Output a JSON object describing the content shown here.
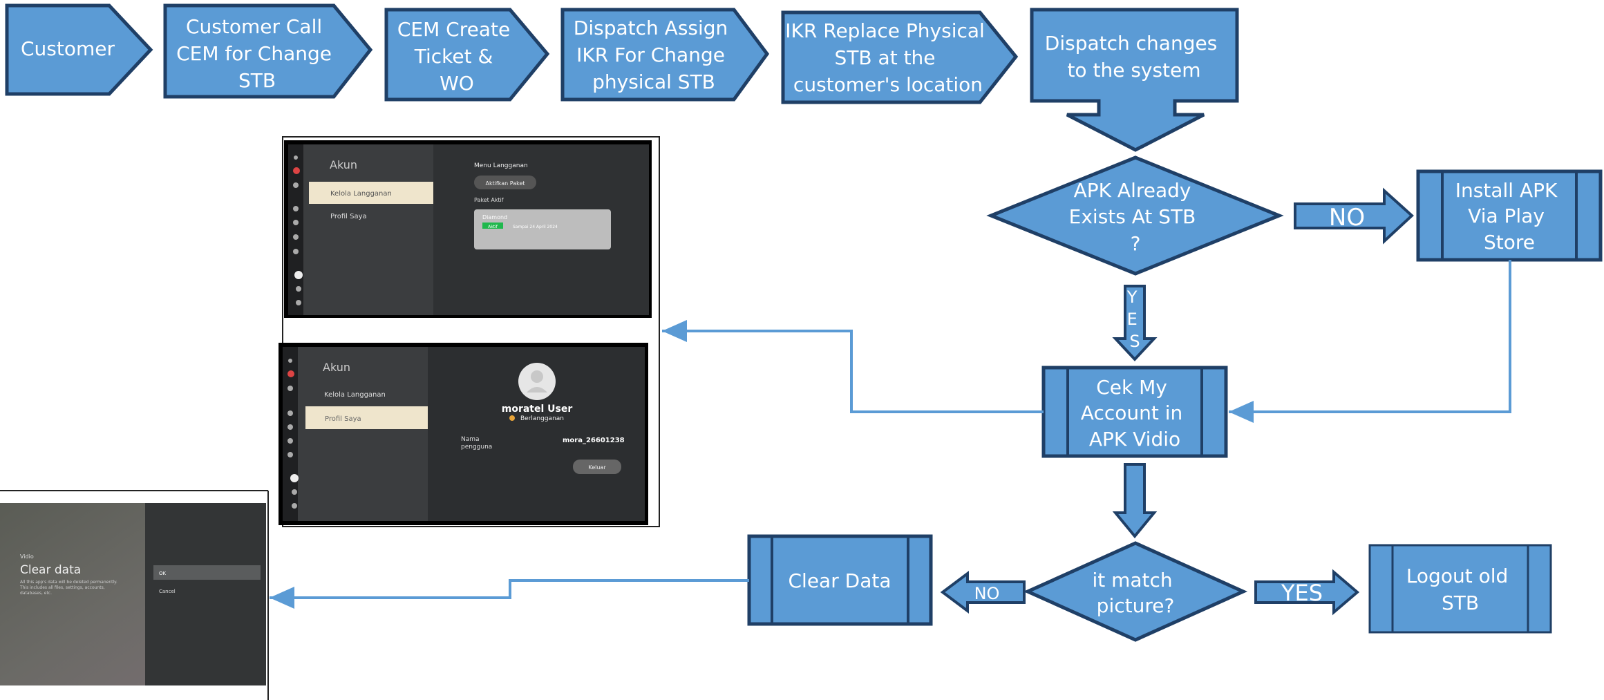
{
  "colors": {
    "fill": "#5b9bd5",
    "stroke": "#1f3f66",
    "connector": "#5b9bd5",
    "screen_dark": "#2d2f30",
    "screen_panel": "#3a3c3e",
    "highlight": "#efe5cc"
  },
  "process_steps": [
    {
      "lines": [
        "Customer"
      ]
    },
    {
      "lines": [
        "Customer Call",
        "CEM for Change",
        "STB"
      ]
    },
    {
      "lines": [
        "CEM Create",
        "Ticket &",
        "WO"
      ]
    },
    {
      "lines": [
        "Dispatch Assign",
        "IKR For Change",
        "physical STB"
      ]
    },
    {
      "lines": [
        "IKR Replace Physical",
        "STB at the",
        "customer's location"
      ]
    }
  ],
  "dispatch_box": {
    "lines": [
      "Dispatch changes",
      "to the system"
    ]
  },
  "decision_apk": {
    "lines": [
      "APK Already",
      "Exists At STB",
      "?"
    ]
  },
  "label_no_install": "NO",
  "install_apk": {
    "lines": [
      "Install APK",
      "Via Play",
      "Store"
    ]
  },
  "label_yes_vertical": [
    "Y",
    "E",
    "S"
  ],
  "cek_account": {
    "lines": [
      "Cek My",
      "Account in",
      "APK Vidio"
    ]
  },
  "decision_match": {
    "lines": [
      "it match",
      "picture?"
    ]
  },
  "label_no_clear": "NO",
  "label_yes_logout": "YES",
  "clear_data": {
    "lines": [
      "Clear Data"
    ]
  },
  "logout": {
    "lines": [
      "Logout old",
      "STB"
    ]
  },
  "screenshot_subscription": {
    "title": "Akun",
    "menu_active": "Kelola Langganan",
    "menu_other": "Profil Saya",
    "section_label": "Menu Langganan",
    "activate_button": "Aktifkan Paket",
    "active_label": "Paket Aktif",
    "plan_name": "Diamond",
    "plan_badge": "Aktif",
    "plan_until": "Sampai 24 April 2024"
  },
  "screenshot_profile": {
    "title": "Akun",
    "menu_other": "Kelola Langganan",
    "menu_active": "Profil Saya",
    "user_name": "moratel User",
    "status": "Berlangganan",
    "field_label_1": "Nama",
    "field_label_2": "pengguna",
    "field_value": "mora_26601238",
    "logout_button": "Keluar"
  },
  "screenshot_clear": {
    "app": "Vidio",
    "title": "Clear data",
    "desc_1": "All this app's data will be deleted permanently.",
    "desc_2": "This includes all files, settings, accounts,",
    "desc_3": "databases, etc.",
    "ok": "OK",
    "cancel": "Cancel"
  }
}
